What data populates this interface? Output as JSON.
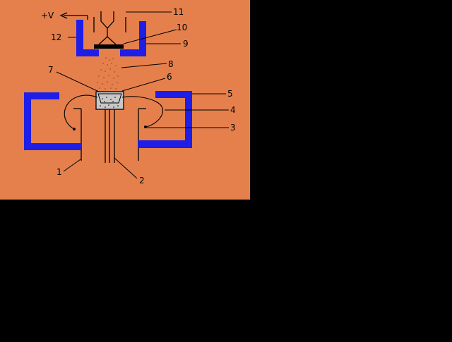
{
  "diagram": {
    "colors": {
      "panel": "#E5804D",
      "page": "#000000",
      "magnet": "#1E1EE6",
      "line": "#000000",
      "crucible": "#C8C8C8",
      "vapor": "#9A5030"
    },
    "voltage_label": "+V",
    "callouts": [
      "1",
      "2",
      "3",
      "4",
      "5",
      "6",
      "7",
      "8",
      "9",
      "10",
      "11",
      "12"
    ]
  }
}
